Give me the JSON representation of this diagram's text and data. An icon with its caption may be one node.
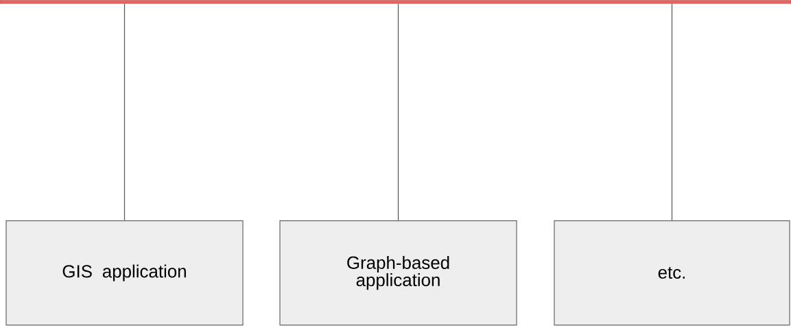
{
  "diagram": {
    "nodes": [
      {
        "text": [],
        "shape": "bar"
      },
      {
        "text": [
          "GIS application"
        ]
      },
      {
        "text": [
          "Graph-based application"
        ]
      },
      {
        "text": [
          "etc."
        ]
      }
    ],
    "edges": [
      {
        "from": 0,
        "to": 1,
        "arrow": "none"
      },
      {
        "from": 0,
        "to": 2,
        "arrow": "none"
      },
      {
        "from": 0,
        "to": 3,
        "arrow": "none"
      }
    ]
  }
}
